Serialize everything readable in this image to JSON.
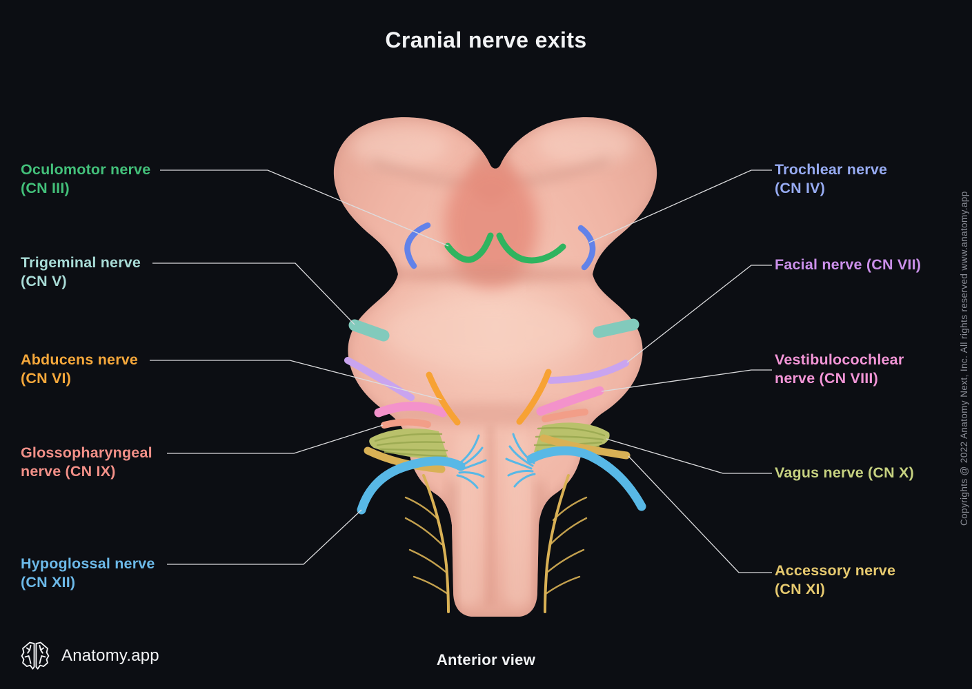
{
  "title": "Cranial nerve exits",
  "view_caption": "Anterior view",
  "brand": {
    "name": "Anatomy.app",
    "icon": "brain-icon"
  },
  "copyright_vertical": "Copyrights @ 2022 Anatomy Next, Inc. All rights reserved www.anatomy.app",
  "labels": {
    "left": [
      {
        "name": "Oculomotor nerve",
        "cn": "(CN III)",
        "color": "#43c07a"
      },
      {
        "name": "Trigeminal nerve",
        "cn": "(CN V)",
        "color": "#a8dbd6"
      },
      {
        "name": "Abducens nerve",
        "cn": "(CN VI)",
        "color": "#f6a83b"
      },
      {
        "name": "Glossopharyngeal",
        "cn": "nerve (CN IX)",
        "color": "#f29088"
      },
      {
        "name": "Hypoglossal nerve",
        "cn": "(CN XII)",
        "color": "#6cb9e8"
      }
    ],
    "right": [
      {
        "name": "Trochlear nerve",
        "cn": "(CN IV)",
        "color": "#97abf2"
      },
      {
        "name": "Facial nerve (CN VII)",
        "cn": "",
        "color": "#cb90ea"
      },
      {
        "name": "Vestibulocochlear",
        "cn": "nerve (CN VIII)",
        "color": "#f295d6"
      },
      {
        "name": "Vagus nerve (CN X)",
        "cn": "",
        "color": "#c6d180"
      },
      {
        "name": "Accessory nerve",
        "cn": "(CN XI)",
        "color": "#e6c96f"
      }
    ]
  },
  "colors": {
    "bg": "#0c0e13",
    "text": "#f2f3f5",
    "copyright": "#8b8e97",
    "leader": "#dcdcde",
    "cn3": "#2fb45f",
    "cn4": "#6282e9",
    "cn5": "#82cabc",
    "cn6": "#f7a234",
    "cn7": "#c9a4ef",
    "cn8": "#f392cb",
    "cn9": "#f29e88",
    "cn10": "#b9c16b",
    "c10dark": "#99a84f",
    "cn11": "#d9b155",
    "cn12": "#58b8e6"
  }
}
